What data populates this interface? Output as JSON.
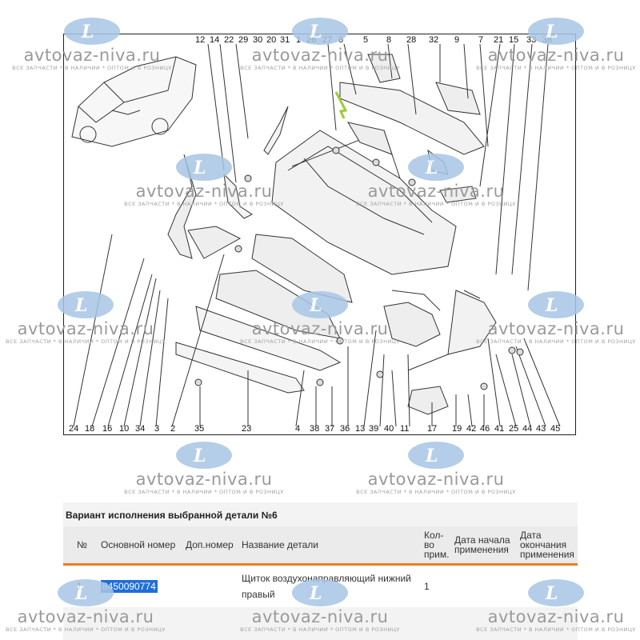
{
  "watermark": {
    "site": "avtovaz-niva.ru",
    "tagline": "ВСЕ ЗАПЧАСТИ * В НАЛИЧИИ * ОПТОМ И В РОЗНИЦУ",
    "logo_glyph": "L"
  },
  "diagram": {
    "top_numbers": [
      "12",
      "14",
      "22",
      "29",
      "30",
      "20",
      "31",
      "1",
      "26",
      "27",
      "6",
      "5",
      "8",
      "28",
      "32",
      "9",
      "7",
      "21",
      "15",
      "33",
      "38"
    ],
    "bottom_numbers": [
      "24",
      "18",
      "16",
      "10",
      "34",
      "3",
      "2",
      "35",
      "23",
      "4",
      "38",
      "37",
      "36",
      "13",
      "39",
      "40",
      "11",
      "17",
      "19",
      "42",
      "46",
      "41",
      "25",
      "44",
      "43",
      "45"
    ]
  },
  "variant": {
    "title": "Вариант исполнения выбранной детали №6",
    "columns": {
      "no": "№",
      "main_number": "Основной номер",
      "extra_number": "Доп.номер",
      "name": "Название детали",
      "qty": "Кол-во прим.",
      "date_start": "Дата начала применения",
      "date_end": "Дата окончания применения"
    },
    "rows": [
      {
        "no": "1",
        "main_number": "8450090774",
        "extra_number": "",
        "name": "Щиток воздухонаправляющий нижний правый",
        "qty": "1",
        "date_start": "",
        "date_end": ""
      }
    ]
  }
}
